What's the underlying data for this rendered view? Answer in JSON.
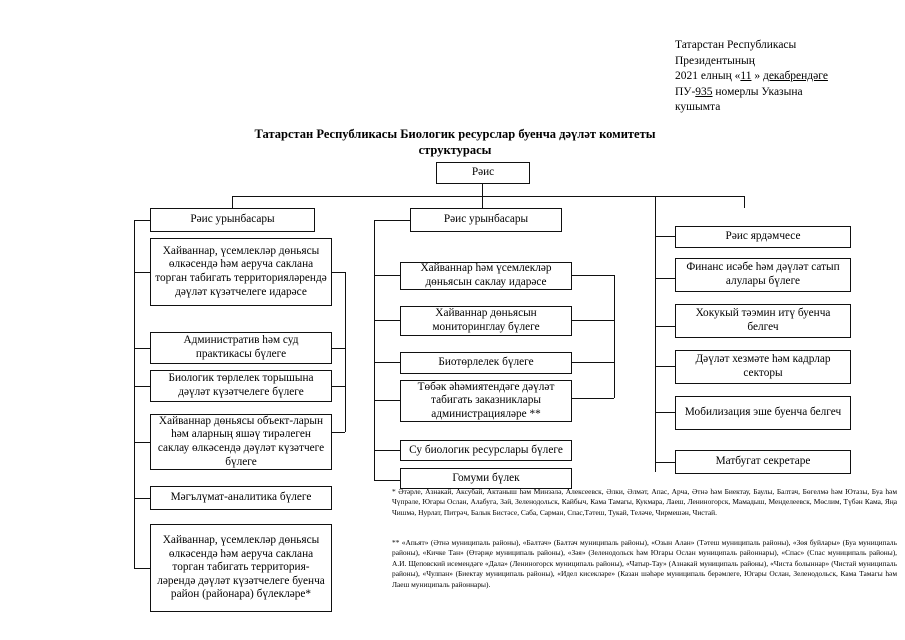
{
  "document": {
    "header": {
      "line1": "Татарстан Республикасы",
      "line2": "Президентының",
      "line3_pre": "2021 елның «",
      "line3_day": "11",
      "line3_mid": " » ",
      "line3_month": "декабрендәге",
      "line4_pre": "ПУ-",
      "line4_num": "935",
      "line4_post": " номерлы Указына",
      "line5": "кушымта"
    },
    "title": {
      "line1": "Татарстан Республикасы Биологик ресурслар буенча дәүләт комитеты",
      "line2": "структурасы"
    },
    "root": {
      "label": "Рәис"
    },
    "columns": {
      "left": {
        "head": "Рәис урынбасары",
        "items": [
          "Хайваннар, үсемлекләр дөньясы өлкәсендә һәм аеруча саклана торган табигать территорияләрендә дәүләт күзәтчелеге идарәсе",
          "Административ һәм суд практикасы бүлеге",
          "Биологик төрлелек торышына дәүләт күзәтчелеге бүлеге",
          "Хайваннар дөньясы объект-ларын һәм аларның яшәү тирәлеген саклау өлкәсендә дәүләт күзәтчеге бүлеге",
          "Мәгълүмат-аналитика бүлеге",
          "Хайваннар, үсемлекләр дөньясы өлкәсендә һәм аеруча саклана торган табигать территория-ләрендә дәүләт күзәтчелеге буенча район (районара) бүлекләре*"
        ]
      },
      "middle": {
        "head": "Рәис урынбасары",
        "items": [
          "Хайваннар һәм үсемлекләр дөньясын саклау идарәсе",
          "Хайваннар дөньясын мониторинглау бүлеге",
          "Биотөрлелек бүлеге",
          "Төбәк әһәмиятендәге дәүләт табигать заказниклары администрацияләре **",
          "Су биологик ресурслары бүлеге",
          "Гомуми бүлек"
        ]
      },
      "right": {
        "head": "Рәис ярдәмчесе",
        "items": [
          "Финанс исәбе һәм дәүләт сатып алулары бүлеге",
          "Хокукый тәэмин итү буенча белгеч",
          "Дәүләт хезмәте һәм кадрлар секторы",
          "Мобилизация эше буенча белгеч",
          "Матбугат секретаре"
        ]
      }
    },
    "footnotes": {
      "one": "* Әтәрле, Азнакай, Аксубай, Актаныш һәм Минзәлә, Алексеевск, Әлки, Әлмәт, Апас, Арча, Әтнә һәм Биектау, Баулы, Балтач, Бөгелмә һәм Ютазы, Буа һәм Чүпрәле, Югары Ослан, Алабуга, Зәй, Зеленодольск, Кайбыч, Кама Тамагы, Кукмара, Лаеш, Лениногорск, Мамадыш, Менделеевск, Мөслим, Түбән Кама, Яңа Чишмә, Нурлат, Питрәч, Балык Бистәсе, Саба, Сарман, Спас,Тәтеш, Тукай, Теләче, Чирмешән, Чистай.",
      "two": "** «Апьят» (Әтнә муниципаль районы), «Балтач» (Балтач муниципаль районы), «Озын Алан» (Тәтеш муниципаль районы), «Зөя буйлары» (Буа муниципаль районы), «Кичке Тан» (Өтәрҗе муниципаль районы), «Зәя» (Зеленодольск һәм Югары Ослан муниципаль районнары), «Спас» (Спас муниципаль районы), А.И. Щеповский исемендәге «Дала» (Лениногорск муниципаль районы), «Чатыр-Тау» (Азнакай муниципаль районы), «Чиста болыннар» (Чистай муниципаль районы), «Чулпан» (Биектау муниципаль районы), «Идел кисекләре» (Казан шәһәре муниципаль берәмлеге, Югары Ослан, Зеленодольск, Кама Тамагы һәм Лаеш муниципаль районнары)."
    }
  }
}
